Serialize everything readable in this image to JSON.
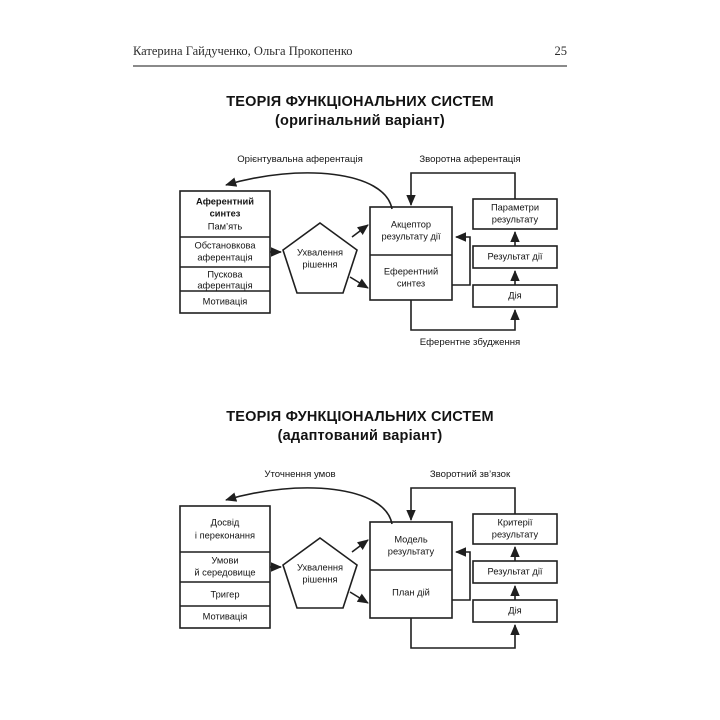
{
  "running_head": {
    "authors": "Катерина Гайдученко, Ольга Прокопенко",
    "page_number": "25"
  },
  "diagrams": [
    {
      "title_line1": "ТЕОРІЯ ФУНКЦІОНАЛЬНИХ СИСТЕМ",
      "title_line2": "(оригінальний варіант)",
      "left_stack": [
        {
          "line1": "Аферентний",
          "line2": "синтез",
          "line3": "Пам’ять",
          "bold": true
        },
        {
          "line1": "Обстановкова",
          "line2": "аферентація"
        },
        {
          "line1": "Пускова",
          "line2": "аферентація"
        },
        {
          "line1": "Мотивація"
        }
      ],
      "decision_node": {
        "line1": "Ухвалення",
        "line2": "рішення"
      },
      "center_box": {
        "top": {
          "line1": "Акцептор",
          "line2": "результату дії"
        },
        "bottom": {
          "line1": "Еферентний",
          "line2": "синтез"
        }
      },
      "right_stack": [
        {
          "line1": "Параметри",
          "line2": "результату"
        },
        {
          "line1": "Результат дії"
        },
        {
          "line1": "Дія"
        }
      ],
      "edge_labels": {
        "top_left": "Орієнтувальна аферентація",
        "top_right": "Зворотна аферентація",
        "bottom": "Еферентне збудження"
      }
    },
    {
      "title_line1": "ТЕОРІЯ ФУНКЦІОНАЛЬНИХ СИСТЕМ",
      "title_line2": "(адаптований варіант)",
      "left_stack": [
        {
          "line1": "Досвід",
          "line2": "і переконання"
        },
        {
          "line1": "Умови",
          "line2": "й середовище"
        },
        {
          "line1": "Тригер"
        },
        {
          "line1": "Мотивація"
        }
      ],
      "decision_node": {
        "line1": "Ухвалення",
        "line2": "рішення"
      },
      "center_box": {
        "top": {
          "line1": "Модель",
          "line2": "результату"
        },
        "bottom": {
          "line1": "План дій"
        }
      },
      "right_stack": [
        {
          "line1": "Критерії",
          "line2": "результату"
        },
        {
          "line1": "Результат дії"
        },
        {
          "line1": "Дія"
        }
      ],
      "edge_labels": {
        "top_left": "Уточнення умов",
        "top_right": "Зворотний зв’язок",
        "bottom": ""
      }
    }
  ],
  "colors": {
    "ink": "#1f1f1f",
    "paper": "#ffffff",
    "rule": "#8a8a8a"
  }
}
